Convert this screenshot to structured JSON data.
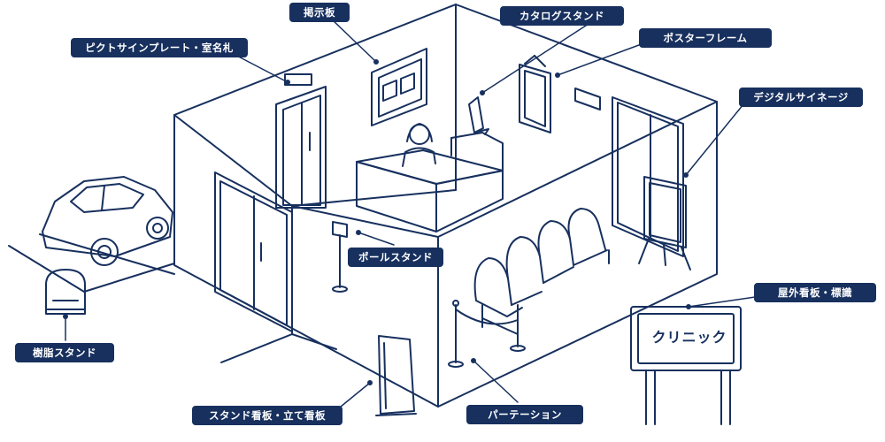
{
  "labels": {
    "keijiban": "掲示板",
    "catalog_stand": "カタログスタンド",
    "pictogram_plate": "ピクトサインプレート・室名札",
    "poster_frame": "ポスターフレーム",
    "digital_signage": "デジタルサイネージ",
    "pole_stand": "ポールスタンド",
    "outdoor_sign": "屋外看板・標識",
    "resin_stand": "樹脂スタンド",
    "stand_sign": "スタンド看板・立て看板",
    "partition": "パーテーション"
  },
  "sign_board_text": "クリニック",
  "colors": {
    "line": "#17305e",
    "label_bg": "#17305e",
    "label_text": "#ffffff",
    "background": "#ffffff"
  }
}
